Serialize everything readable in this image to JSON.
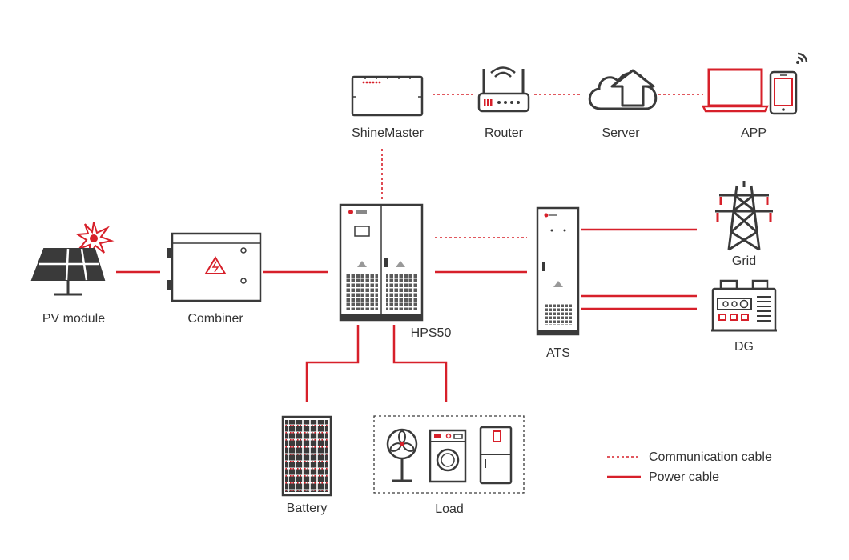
{
  "colors": {
    "accent": "#d7202a",
    "outline": "#3a3a3a",
    "text": "#333333"
  },
  "nodes": {
    "pv_module": {
      "label": "PV module",
      "icon": "solar-panel-icon"
    },
    "combiner": {
      "label": "Combiner",
      "icon": "combiner-box-icon"
    },
    "hps50": {
      "label": "HPS50",
      "icon": "inverter-cabinet-icon"
    },
    "ats": {
      "label": "ATS",
      "icon": "ats-cabinet-icon"
    },
    "grid": {
      "label": "Grid",
      "icon": "power-tower-icon"
    },
    "dg": {
      "label": "DG",
      "icon": "diesel-generator-icon"
    },
    "shinemaster": {
      "label": "ShineMaster",
      "icon": "datalogger-icon"
    },
    "router": {
      "label": "Router",
      "icon": "router-icon"
    },
    "server": {
      "label": "Server",
      "icon": "cloud-upload-icon"
    },
    "app": {
      "label": "APP",
      "icon": "laptop-phone-icon"
    },
    "battery": {
      "label": "Battery",
      "icon": "battery-rack-icon"
    },
    "load": {
      "label": "Load",
      "icon": "appliances-icon"
    }
  },
  "legend": {
    "communication": "Communication cable",
    "power": "Power cable"
  }
}
